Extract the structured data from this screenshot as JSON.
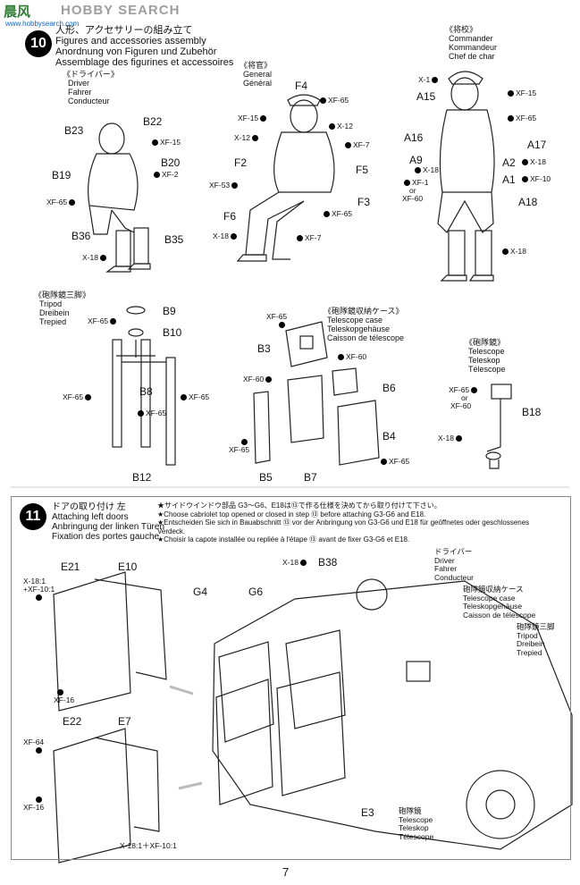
{
  "watermark": {
    "logo": "晨风",
    "text": "HOBBY SEARCH",
    "url": "www.hobbysearch.com"
  },
  "step10": {
    "number": "10",
    "title_ja": "人形、アクセサリーの組み立て",
    "title_en": "Figures and accessories assembly",
    "title_de": "Anordnung von Figuren und Zubehör",
    "title_fr": "Assemblage des figurines et accessoires",
    "driver": {
      "ja": "《ドライバー》",
      "en": "Driver",
      "de": "Fahrer",
      "fr": "Conducteur"
    },
    "general": {
      "ja": "《将官》",
      "en": "General",
      "fr": "Général"
    },
    "commander": {
      "ja": "《将校》",
      "en": "Commander",
      "de": "Kommandeur",
      "fr": "Chef de char"
    },
    "tripod": {
      "ja": "《砲隊鏡三脚》",
      "en": "Tripod",
      "de": "Dreibein",
      "fr": "Trepied"
    },
    "case": {
      "ja": "《砲隊鏡収納ケース》",
      "en": "Telescope case",
      "de": "Teleskopgehäuse",
      "fr": "Caisson de télescope"
    },
    "telescope": {
      "ja": "《砲隊鏡》",
      "en": "Telescope",
      "de": "Teleskop",
      "fr": "Télescope"
    }
  },
  "step11": {
    "number": "11",
    "title_ja": "ドアの取り付け 左",
    "title_en": "Attaching left doors",
    "title_de": "Anbringung der linken Türen",
    "title_fr": "Fixation des portes gauche",
    "note_ja": "★サイドウインドウ部品 G3～G6、E18は⑬で作る仕様を決めてから取り付けて下さい。",
    "note_en": "★Choose cabriolet top opened or closed in step ⑬ before attaching G3-G6 and E18.",
    "note_de": "★Entscheiden Sie sich in Bauabschnitt ⑬ vor der Anbringung von G3-G6 und E18 für geöffnetes oder geschlossenes Verdeck.",
    "note_fr": "★Choisir la capote installée ou repliée à l'étape ⑬ avant de fixer G3-G6 et E18.",
    "driver": {
      "ja": "ドライバー",
      "en": "Driver",
      "de": "Fahrer",
      "fr": "Conducteur"
    },
    "case": {
      "ja": "砲隊鏡収納ケース",
      "en": "Telescope case",
      "de": "Teleskopgehäuse",
      "fr": "Caisson de télescope"
    },
    "tripod": {
      "ja": "砲隊鏡三脚",
      "en": "Tripod",
      "de": "Dreibein",
      "fr": "Trepied"
    },
    "telescope": {
      "ja": "砲隊鏡",
      "en": "Telescope",
      "de": "Teleskop",
      "fr": "Télescope"
    }
  },
  "parts": {
    "B23": "B23",
    "B22": "B22",
    "B20": "B20",
    "B19": "B19",
    "B36": "B36",
    "B35": "B35",
    "F4": "F4",
    "F2": "F2",
    "F5": "F5",
    "F3": "F3",
    "F6": "F6",
    "A15": "A15",
    "A16": "A16",
    "A17": "A17",
    "A9": "A9",
    "A2": "A2",
    "A1": "A1",
    "A18": "A18",
    "B9": "B9",
    "B10": "B10",
    "B8": "B8",
    "B12": "B12",
    "B3": "B3",
    "B6": "B6",
    "B4": "B4",
    "B5": "B5",
    "B7": "B7",
    "B18": "B18",
    "E21": "E21",
    "E10": "E10",
    "E22": "E22",
    "E7": "E7",
    "G4": "G4",
    "G6": "G6",
    "B38": "B38",
    "E3": "E3"
  },
  "paints": {
    "xf15": "XF-15",
    "xf2": "XF-2",
    "xf65": "XF-65",
    "xf12": "X-12",
    "xf7": "XF-7",
    "xf53": "XF-53",
    "x18": "X-18",
    "x1": "X-1",
    "xf10": "XF-10",
    "xf1": "XF-1",
    "or": "or",
    "xf60": "XF-60",
    "xf16": "XF-16",
    "xf64": "XF-64",
    "x18_1": "X-18:1",
    "xf10_1": "+XF-10:1",
    "mix": "X-18:1＋XF-10:1"
  },
  "page_number": "7"
}
